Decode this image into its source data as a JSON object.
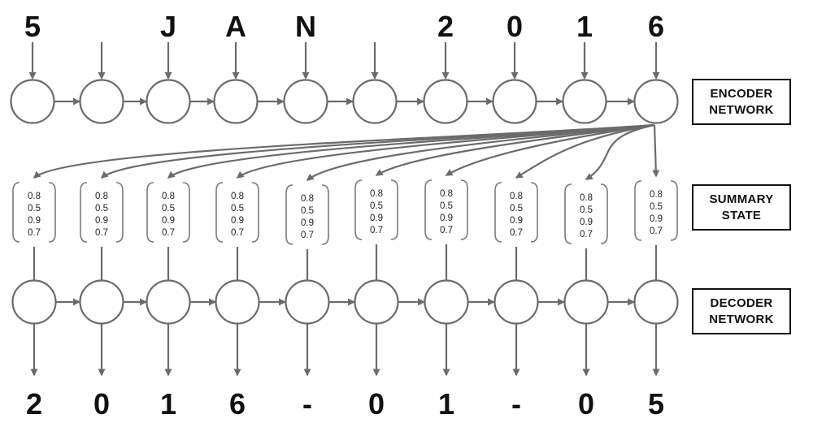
{
  "encoder_inputs": [
    "5",
    "",
    "J",
    "A",
    "N",
    "",
    "2",
    "0",
    "1",
    "6"
  ],
  "decoder_outputs": [
    "2",
    "0",
    "1",
    "6",
    "-",
    "0",
    "1",
    "-",
    "0",
    "5"
  ],
  "summary_state_values": [
    "0.8",
    "0.5",
    "0.9",
    "0.7"
  ],
  "labels": {
    "encoder": {
      "line1": "ENCODER",
      "line2": "NETWORK"
    },
    "summary": {
      "line1": "SUMMARY",
      "line2": "STATE"
    },
    "decoder": {
      "line1": "DECODER",
      "line2": "NETWORK"
    }
  },
  "colors": {
    "stroke": "#6b6b6b",
    "text": "#111111"
  }
}
